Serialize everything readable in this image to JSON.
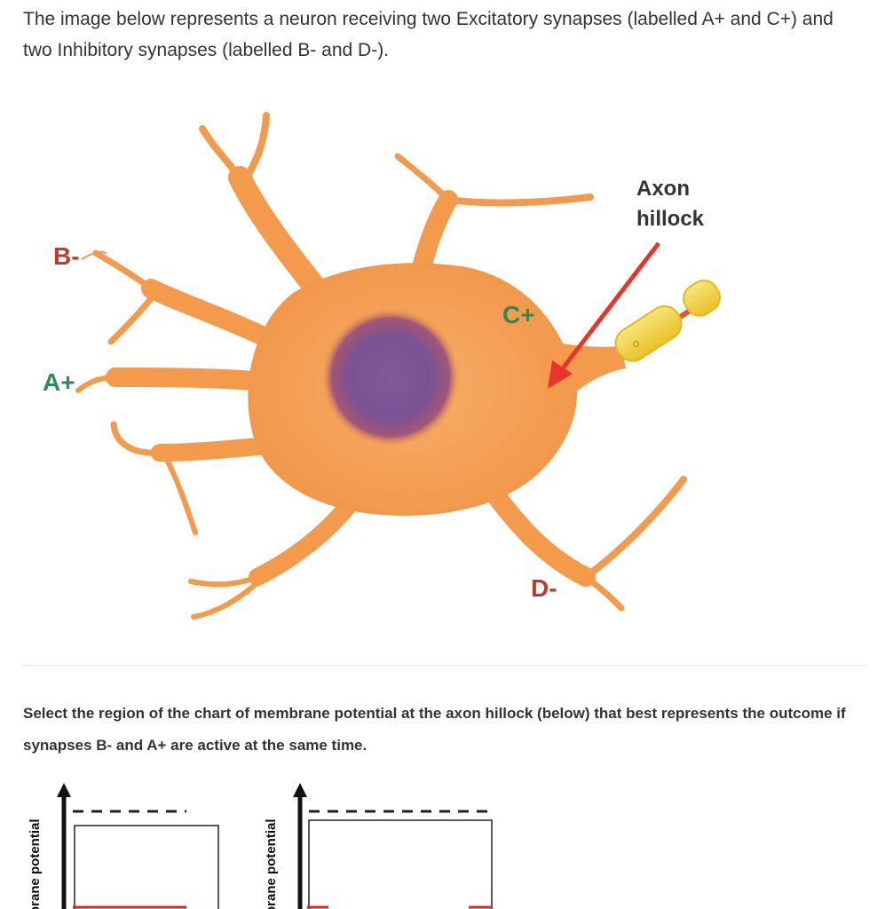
{
  "intro_text": "The image below represents a neuron receiving two Excitatory synapses (labelled A+ and C+) and two Inhibitory synapses (labelled B- and D-).",
  "diagram": {
    "labels": {
      "b_minus": "B-",
      "a_plus": "A+",
      "c_plus": "C+",
      "d_minus": "D-",
      "axon_hillock_line1": "Axon",
      "axon_hillock_line2": "hillock"
    },
    "colors": {
      "neuron_body": "#f5a25a",
      "neuron_outline": "#f08f3c",
      "nucleus": "#7a4f8a",
      "inhibitory_label": "#c0392b",
      "excitatory_label": "#2e8b57",
      "arrow": "#e8352a",
      "myelin": "#f2d23c"
    }
  },
  "question_text": "Select the region of the chart of membrane potential at the axon hillock (below) that best represents the outcome if synapses B- and A+ are active at the same time.",
  "charts": [
    {
      "ylabel_visible": "brane potential"
    },
    {
      "ylabel_visible": "brane potential"
    }
  ]
}
